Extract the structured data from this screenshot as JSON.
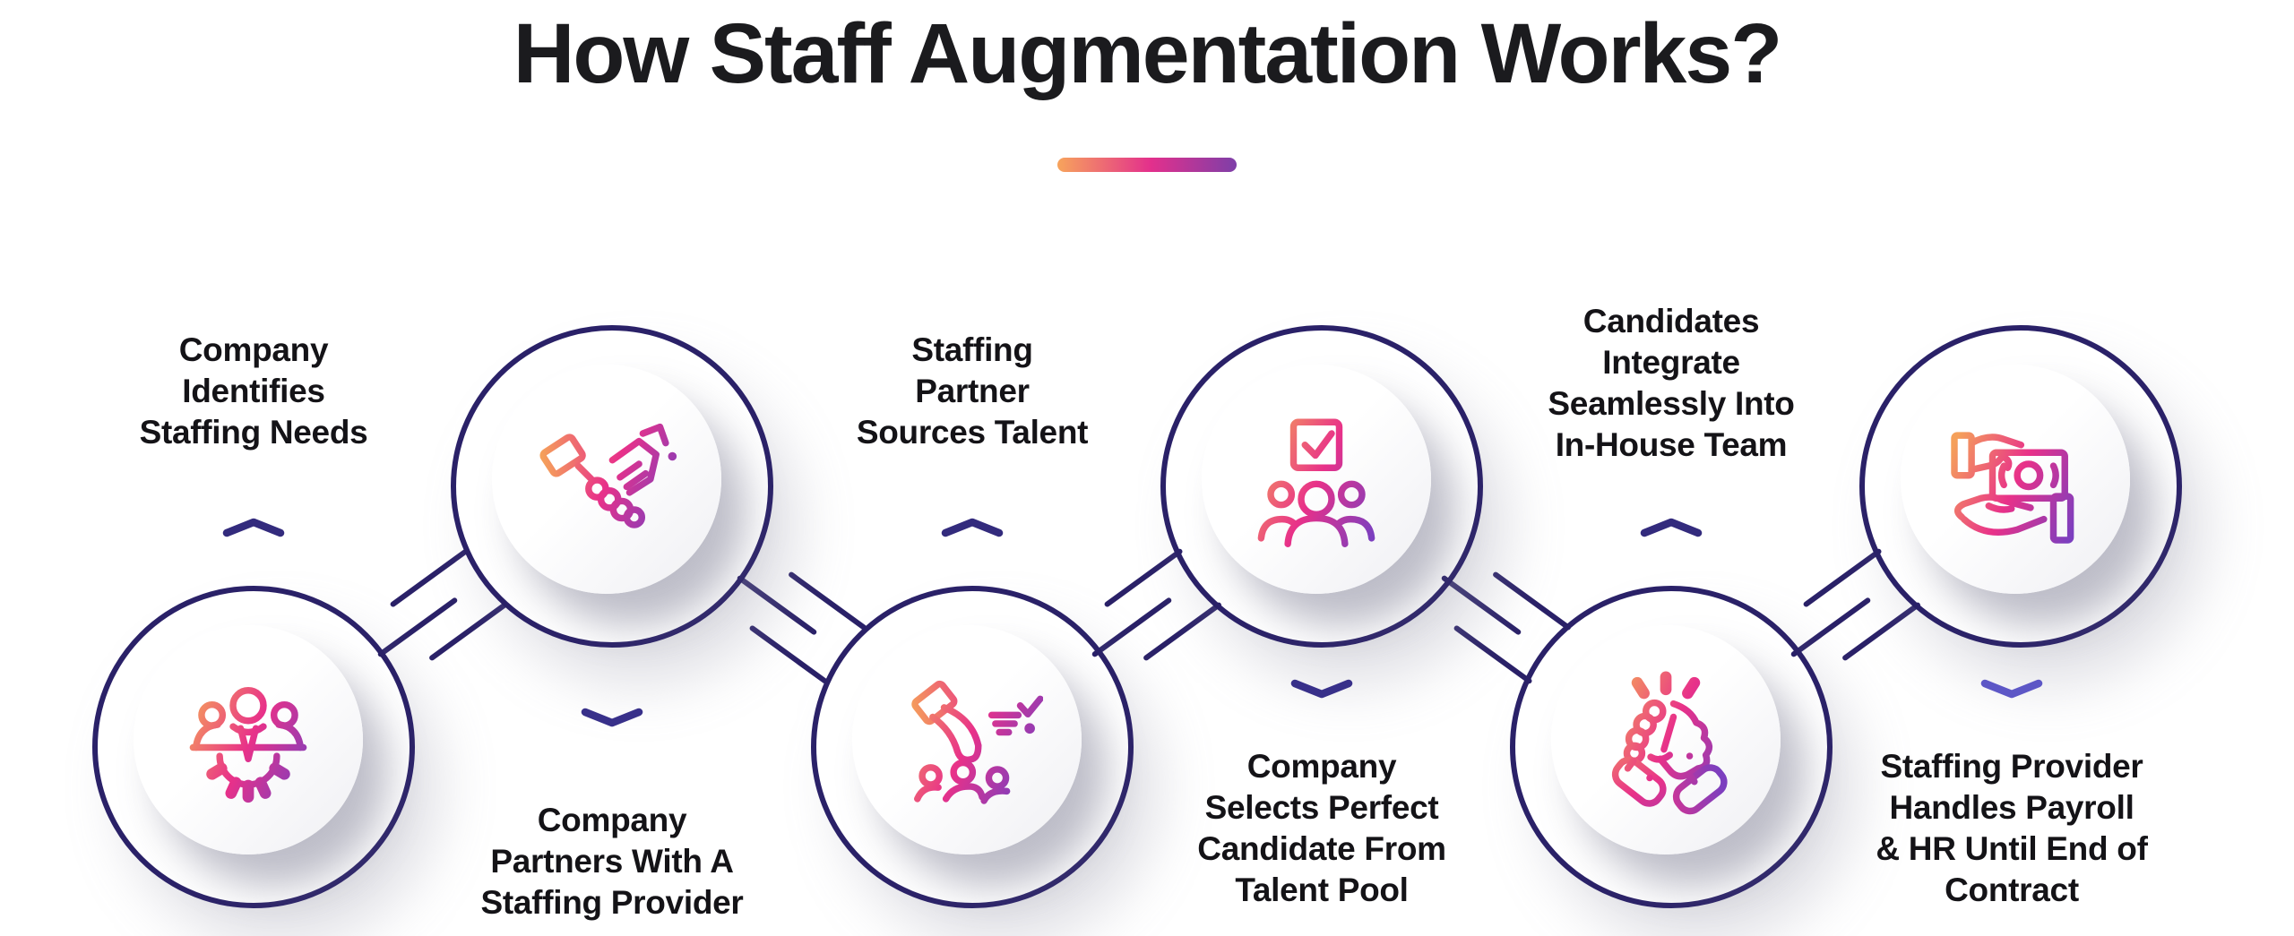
{
  "title": "How Staff Augmentation Works?",
  "divider_gradient": [
    "#F7A45C",
    "#E3308C",
    "#7E3FA8"
  ],
  "palette": {
    "icon_gradient": [
      "#F5A05A",
      "#E83189",
      "#7C3FBF"
    ],
    "ring_color": "#2A2168",
    "connector_color": "#2A2168",
    "chevron_color": "#38308A",
    "chevron_light_color": "#5D57C6",
    "title_color": "#1B1B1E",
    "label_color": "#141317"
  },
  "steps": [
    {
      "label": "Company\nIdentifies\nStaffing Needs",
      "icon": "team-gear-icon",
      "circle_position": "bottom",
      "chevron_direction": "up"
    },
    {
      "label": "Company\nPartners With A\nStaffing Provider",
      "icon": "handshake-icon",
      "circle_position": "top",
      "chevron_direction": "down"
    },
    {
      "label": "Staffing\nPartner\nSources Talent",
      "icon": "talent-sourcing-hand-icon",
      "circle_position": "bottom",
      "chevron_direction": "up"
    },
    {
      "label": "Company\nSelects Perfect\nCandidate From\nTalent Pool",
      "icon": "candidate-checkbox-icon",
      "circle_position": "top",
      "chevron_direction": "down"
    },
    {
      "label": "Candidates\nIntegrate\nSeamlessly Into\nIn-House Team",
      "icon": "hands-clasp-icon",
      "circle_position": "bottom",
      "chevron_direction": "up"
    },
    {
      "label": "Staffing Provider\nHandles Payroll\n& HR Until End of\nContract",
      "icon": "payroll-hand-money-icon",
      "circle_position": "top",
      "chevron_direction": "down"
    }
  ]
}
